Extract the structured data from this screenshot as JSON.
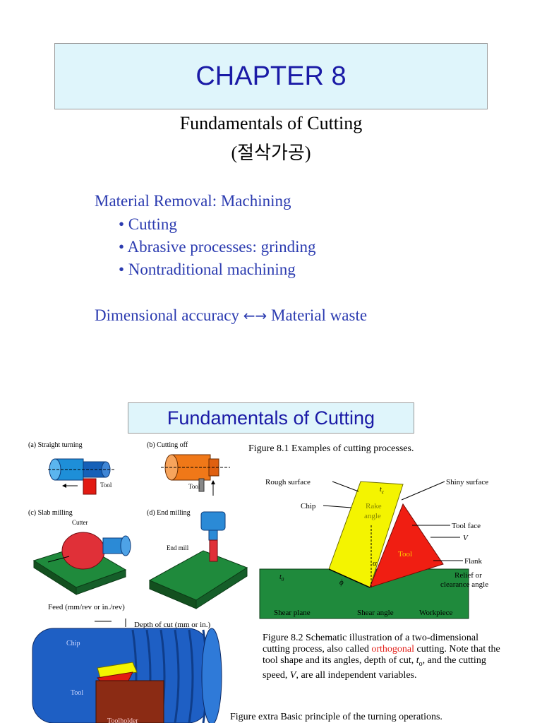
{
  "chapter_title": "CHAPTER 8",
  "subtitle_line1": "Fundamentals of Cutting",
  "subtitle_line2": "(절삭가공)",
  "section": {
    "heading": "Material Removal: Machining",
    "bullets": [
      "• Cutting",
      "• Abrasive processes: grinding",
      "• Nontraditional machining"
    ],
    "tradeoff_left": "Dimensional accuracy",
    "tradeoff_arrows": "←→",
    "tradeoff_right": "Material waste"
  },
  "slide2_title": "Fundamentals of Cutting",
  "fig81": {
    "caption": "Figure 8.1  Examples of cutting processes.",
    "panels": {
      "a": "(a) Straight turning",
      "b": "(b) Cutting off",
      "c": "(c) Slab milling",
      "d": "(d) End milling"
    },
    "labels": {
      "tool_a": "Tool",
      "tool_b": "Tool",
      "cutter": "Cutter",
      "end_mill": "End mill"
    }
  },
  "fig82": {
    "labels": {
      "rough_surface": "Rough  surface",
      "shiny_surface": "Shiny  surface",
      "chip": "Chip",
      "rake_angle_1": "Rake",
      "rake_angle_2": "angle",
      "tc": "t",
      "tc_sub": "c",
      "tool_face": "Tool  face",
      "v": "V",
      "tool": "Tool",
      "alpha": "α",
      "flank": "Flank",
      "relief_1": "Relief  or",
      "relief_2": "clearance  angle",
      "t0": "t",
      "t0_sub": "0",
      "phi": "ϕ",
      "shear_plane": "Shear  plane",
      "shear_angle": "Shear  angle",
      "workpiece": "Workpiece"
    },
    "caption_part1": "Figure 8.2  Schematic illustration of a two-dimensional cutting process, also called ",
    "caption_orthogonal": "orthogonal",
    "caption_part2": " cutting.  Note that the tool shape and its angles, depth of cut, ",
    "caption_to": "t",
    "caption_to_sub": "o",
    "caption_part3": ", and the cutting speed, ",
    "caption_v": "V",
    "caption_part4": ", are all independent variables."
  },
  "turning": {
    "feed": "Feed  (mm/rev  or  in./rev)",
    "depth": "Depth  of  cut  (mm  or  in.)",
    "chip": "Chip",
    "tool": "Tool",
    "toolholder": "Toolholder",
    "caption": "Figure extra  Basic principle of the turning operations."
  },
  "colors": {
    "title_blue": "#1a1aa6",
    "text_blue": "#2b3bb0",
    "box_fill": "#dff5fb",
    "workpiece_green": "#1f8a3c",
    "chip_yellow": "#f4f400",
    "tool_red": "#f01e12",
    "orthogonal_red": "#e0201a"
  }
}
